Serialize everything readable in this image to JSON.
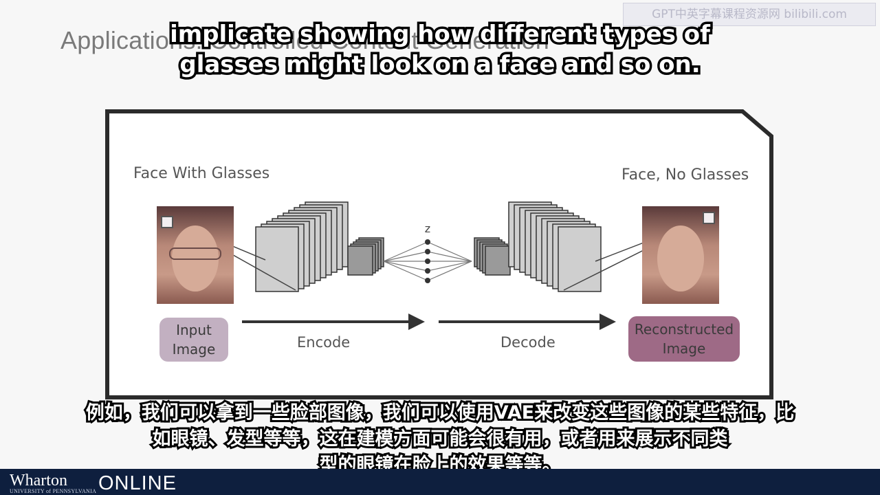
{
  "slide": {
    "title": "Applications: Controlled Content Generation"
  },
  "watermark": "GPT中英字幕课程资源网 bilibili.com",
  "subtitles": {
    "english": [
      "implicate showing how different types of",
      "glasses might look on a face and so on."
    ],
    "chinese": [
      "例如，我们可以拿到一些脸部图像，我们可以使用VAE来改变这些图像的某些特征，比",
      "如眼镜、发型等等，这在建模方面可能会很有用，或者用来展示不同类",
      "型的眼镜在脸上的效果等等。"
    ]
  },
  "diagram": {
    "input_heading": "Face With Glasses",
    "output_heading": "Face, No Glasses",
    "latent_label": "z",
    "input_box": [
      "Input",
      "Image"
    ],
    "output_box": [
      "Reconstructed",
      "Image"
    ],
    "encode_label": "Encode",
    "decode_label": "Decode",
    "colors": {
      "input_box": "#c2b0c1",
      "output_box": "#9e6a86",
      "frame": "#2b2b2b",
      "layers": "#cfcfcf"
    }
  },
  "footer": {
    "brand": "Wharton",
    "brand_sub": "UNIVERSITY of PENNSYLVANIA",
    "online": "ONLINE"
  }
}
